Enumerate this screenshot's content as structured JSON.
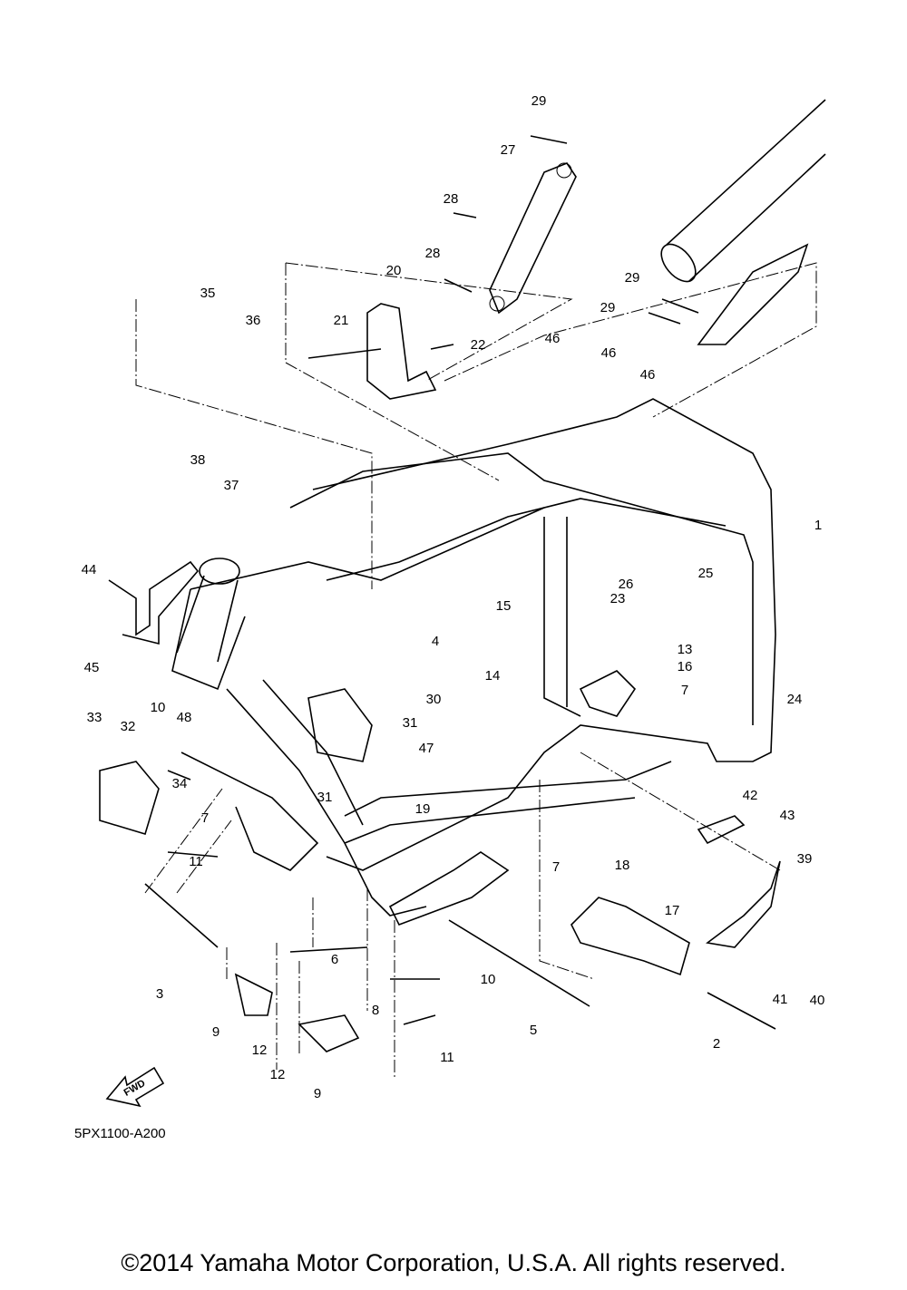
{
  "diagram_code": "5PX1100-A200",
  "fwd_label": "FWD",
  "copyright": "©2014 Yamaha Motor Corporation, U.S.A. All rights reserved.",
  "callouts": [
    "29",
    "27",
    "28",
    "28",
    "29",
    "29",
    "20",
    "21",
    "22",
    "35",
    "36",
    "46",
    "46",
    "46",
    "1",
    "38",
    "37",
    "44",
    "26",
    "25",
    "23",
    "15",
    "13",
    "16",
    "4",
    "14",
    "7",
    "45",
    "30",
    "24",
    "31",
    "10",
    "48",
    "33",
    "32",
    "47",
    "34",
    "7",
    "31",
    "19",
    "42",
    "43",
    "39",
    "11",
    "18",
    "7",
    "17",
    "3",
    "6",
    "10",
    "5",
    "41",
    "40",
    "9",
    "12",
    "8",
    "11",
    "2",
    "12",
    "9"
  ]
}
